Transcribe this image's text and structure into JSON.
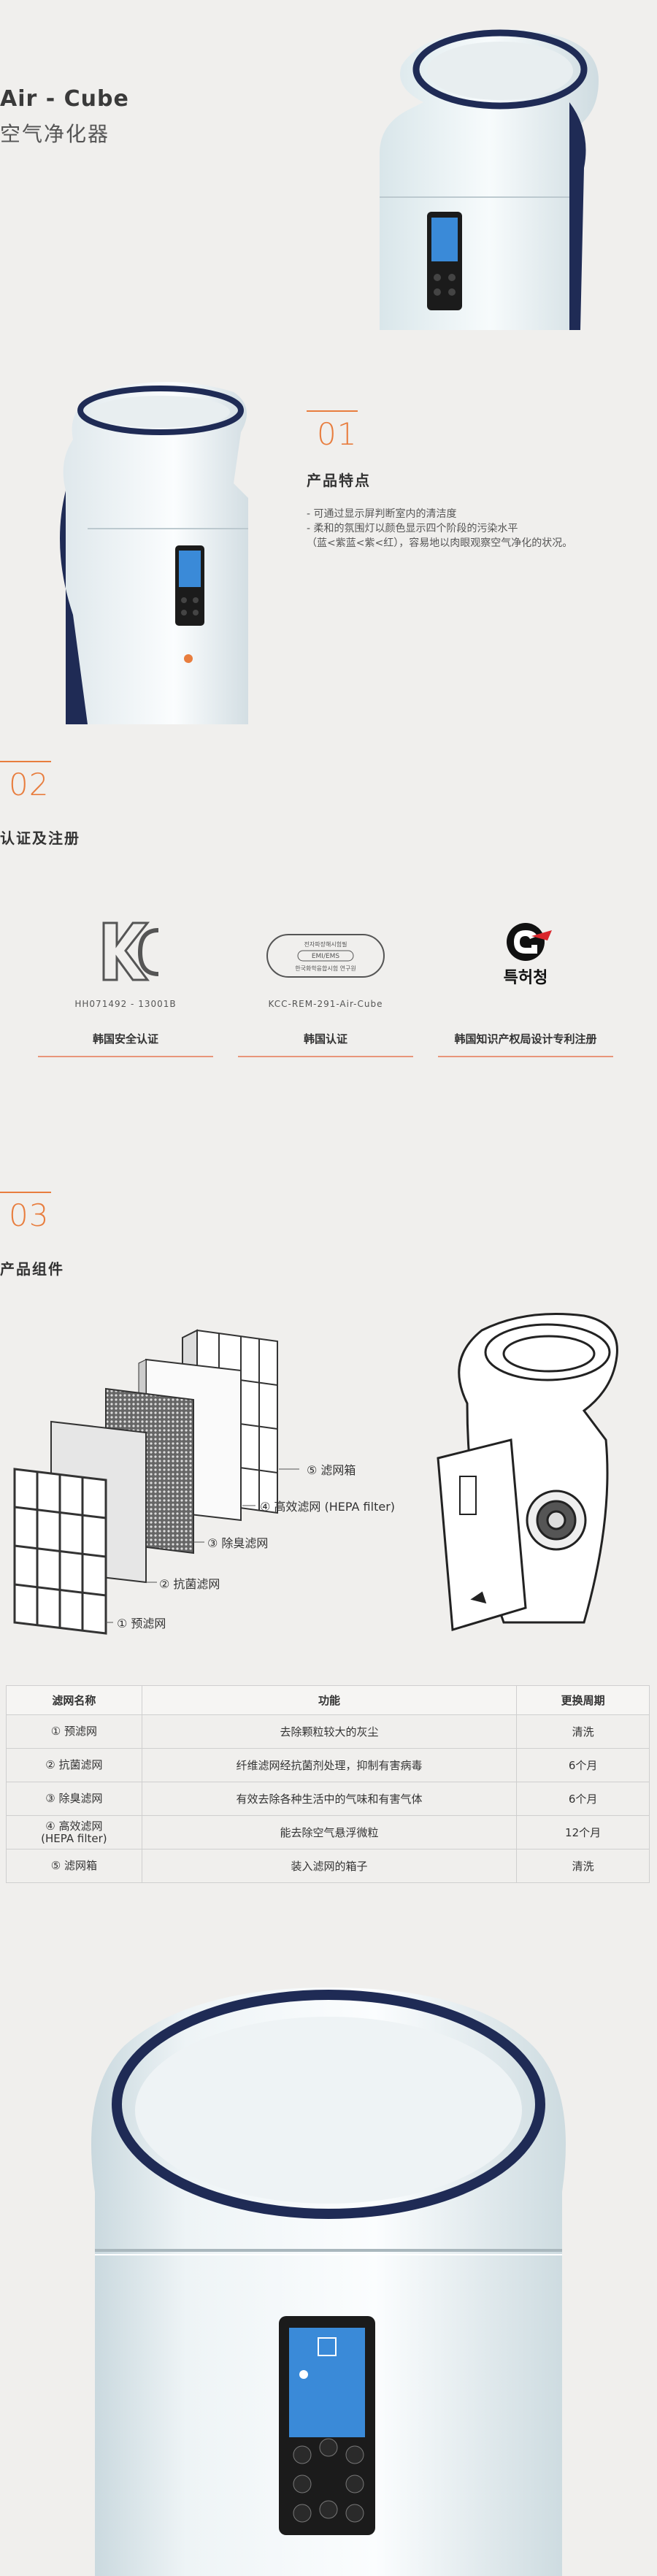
{
  "hero": {
    "title": "Air - Cube",
    "subtitle": "空气净化器"
  },
  "features": {
    "number": "01",
    "title": "产品特点",
    "lines": [
      "- 可通过显示屏判断室内的清洁度",
      "- 柔和的氛围灯以颜色显示四个阶段的污染水平",
      "（蓝<紫蓝<紫<红），容易地以肉眼观察空气净化的状况。"
    ]
  },
  "certs": {
    "number": "02",
    "title": "认证及注册",
    "items": [
      {
        "logo_text": "",
        "code": "HH071492 - 13001B",
        "label": "韩国安全认证"
      },
      {
        "logo_top": "전자파장해시험필",
        "logo_mid": "EMI/EMS",
        "logo_bot": "한국화학융합시험 연구원",
        "code": "KCC-REM-291-Air-Cube",
        "label": "韩国认证"
      },
      {
        "logo_text": "특허청",
        "code": "",
        "label": "韩国知识产权局设计专利注册"
      }
    ]
  },
  "components": {
    "number": "03",
    "title": "产品组件",
    "filter_labels": [
      "⑤ 滤网箱",
      "④ 高效滤网 (HEPA filter)",
      "③ 除臭滤网",
      "② 抗菌滤网",
      "① 预滤网"
    ],
    "table": {
      "headers": [
        "滤网名称",
        "功能",
        "更换周期"
      ],
      "rows": [
        {
          "name": "① 预滤网",
          "name2": "",
          "function": "去除颗粒较大的灰尘",
          "cycle": "清洗"
        },
        {
          "name": "② 抗菌滤网",
          "name2": "",
          "function": "纤维滤网经抗菌剂处理，抑制有害病毒",
          "cycle": "6个月"
        },
        {
          "name": "③ 除臭滤网",
          "name2": "",
          "function": "有效去除各种生活中的气味和有害气体",
          "cycle": "6个月"
        },
        {
          "name": "④ 高效滤网",
          "name2": "(HEPA filter)",
          "function": "能去除空气悬浮微粒",
          "cycle": "12个月"
        },
        {
          "name": "⑤ 滤网箱",
          "name2": "",
          "function": "装入滤网的箱子",
          "cycle": "清洗"
        }
      ]
    }
  },
  "colors": {
    "accent": "#e87d3e",
    "navy": "#1f2b55",
    "screen": "#3a8ad8"
  }
}
